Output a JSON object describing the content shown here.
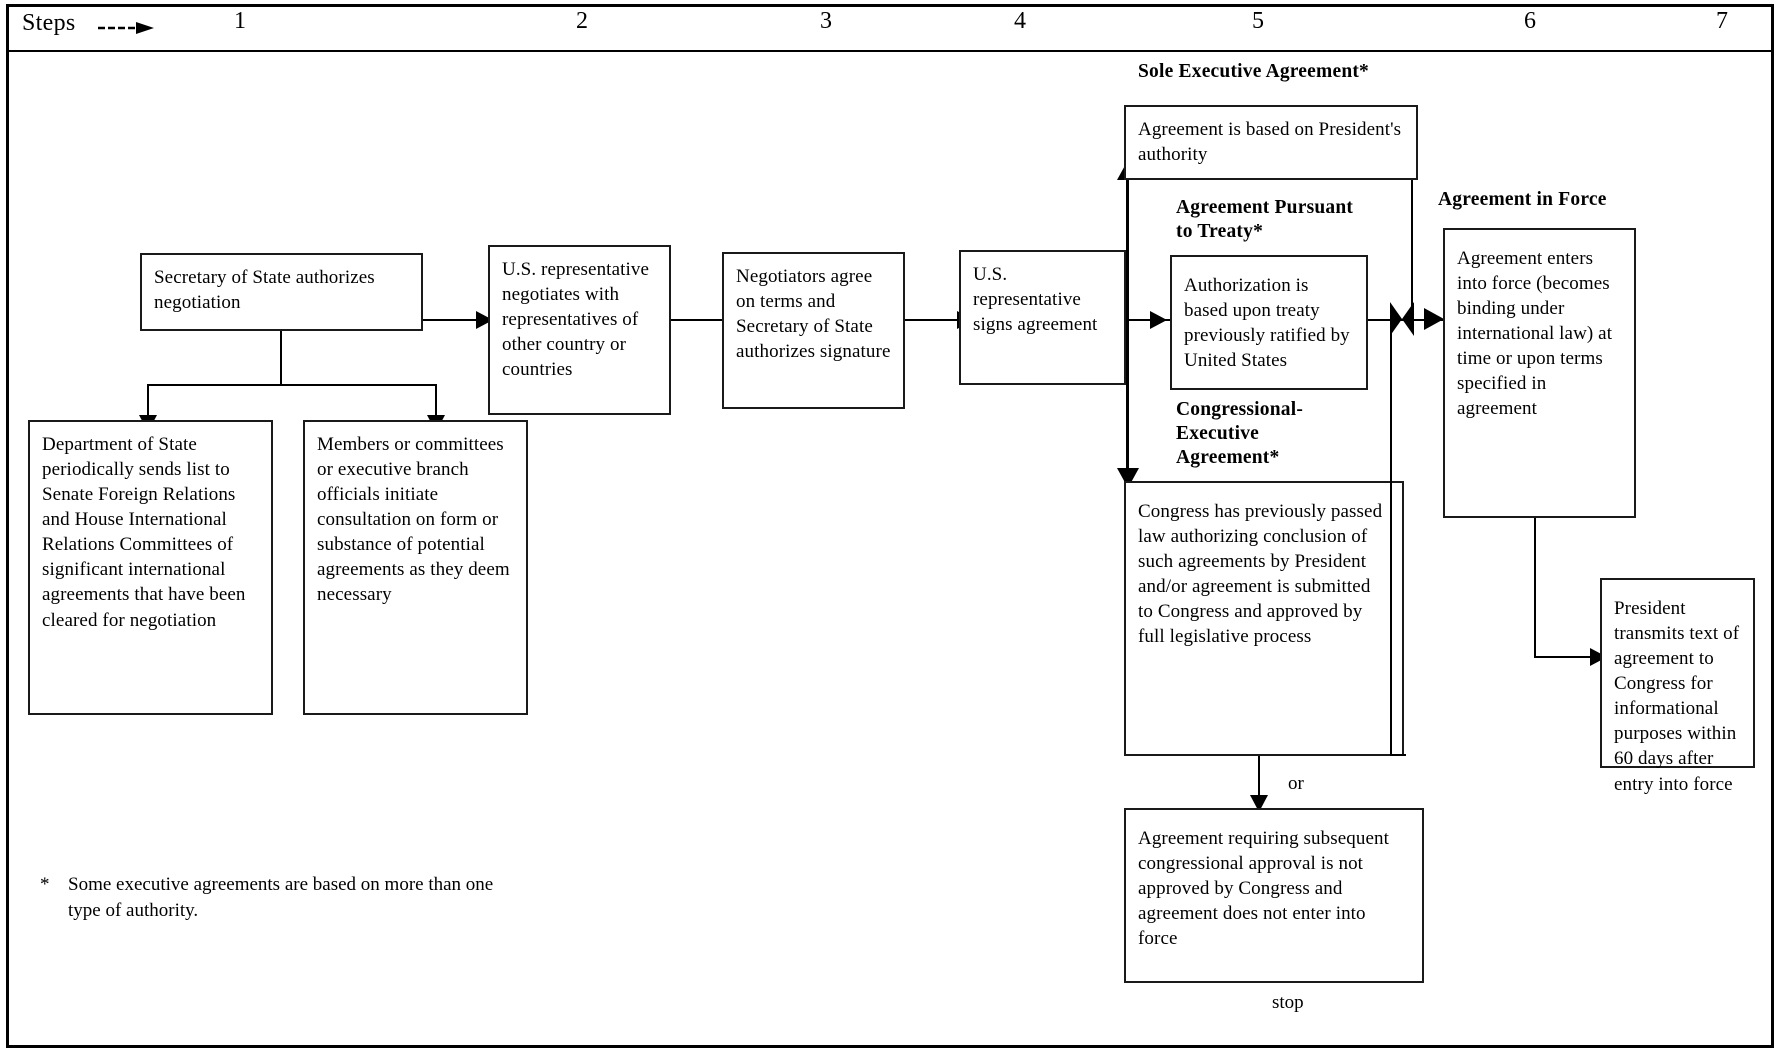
{
  "figure": {
    "title_row": {
      "steps_label": "Steps",
      "arrow_icon": "right-arrow-icon",
      "numbers": [
        "1",
        "2",
        "3",
        "4",
        "5",
        "6",
        "7"
      ]
    },
    "boxes": {
      "secretary_authorizes": "Secretary of State authorizes negotiation",
      "dept_state_list": "Department of State periodically sends list to Senate Foreign Relations and House International Relations Committees of significant international agreements that have been cleared for negotiation",
      "members_consultation": "Members or committees or executive branch officials initiate consultation on form or substance of potential agreements as they deem necessary",
      "us_rep_negotiates": "U.S. representative negotiates with representatives of other country or countries",
      "negotiators_agree": "Negotiators agree on terms and Secretary of State authorizes signature",
      "us_rep_signs": "U.S. representative signs agreement",
      "sole_executive_body": "Agreement is based on President's authority",
      "pursuant_treaty_body": "Authorization is based upon treaty previously ratified by United States",
      "congressional_executive_body": "Congress has previously passed law authorizing conclusion of such agreements by President and/or agreement is submitted to Congress and approved by full legislative process",
      "not_approved_body": "Agreement requiring subsequent congressional approval is not approved by Congress and agreement does not enter into force",
      "agreement_in_force_body": "Agreement enters into force (becomes binding under international law) at time or upon terms specified in agreement",
      "president_transmits_body": "President transmits text of agreement to Congress for informational purposes within 60 days after entry into force"
    },
    "captions": {
      "sole_executive": "Sole Executive Agreement*",
      "pursuant_treaty": "Agreement Pursuant\nto Treaty*",
      "congressional_executive": "Congressional-\nExecutive\nAgreement*",
      "agreement_in_force": "Agreement in Force"
    },
    "labels": {
      "or": "or",
      "stop": "stop"
    },
    "footnote": {
      "marker": "*",
      "text": "Some executive agreements are based on more than one type of authority."
    },
    "colors": {
      "ink": "#000000",
      "paper": "#ffffff"
    }
  }
}
